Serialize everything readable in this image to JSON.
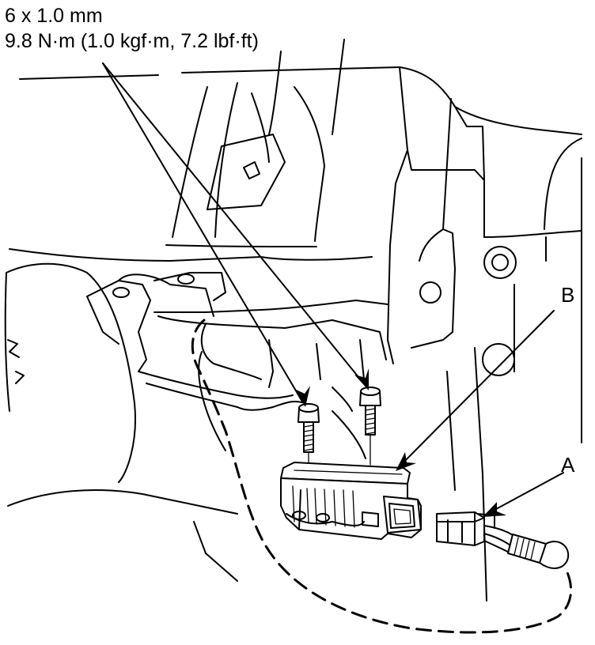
{
  "spec": {
    "bolt_size": "6 x 1.0 mm",
    "torque": "9.8 N·m (1.0 kgf·m, 7.2 lbf·ft)"
  },
  "callouts": {
    "a": "A",
    "b": "B"
  }
}
